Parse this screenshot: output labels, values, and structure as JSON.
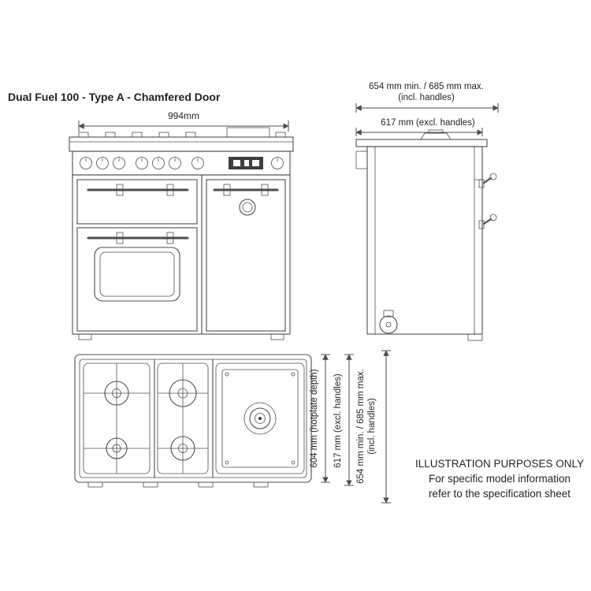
{
  "title": "Dual Fuel 100 - Type A - Chamfered Door",
  "front_view": {
    "width": "994mm"
  },
  "side_view": {
    "depth_incl_line1": "654 mm min. / 685 mm max.",
    "depth_incl_line2": "(incl. handles)",
    "depth_excl": "617 mm (excl. handles)"
  },
  "top_view": {
    "hotplate_depth": "604 mm (hotplate depth)",
    "depth_excl": "617 mm (excl. handles)",
    "depth_incl_line1": "654 mm min. / 685 mm max.",
    "depth_incl_line2": "(incl. handles)"
  },
  "note": {
    "line1": "ILLUSTRATION PURPOSES ONLY",
    "line2": "For specific model information",
    "line3": "refer to the specification sheet"
  },
  "colors": {
    "line": "#4d4d4d",
    "text": "#231f20",
    "background": "#ffffff"
  }
}
